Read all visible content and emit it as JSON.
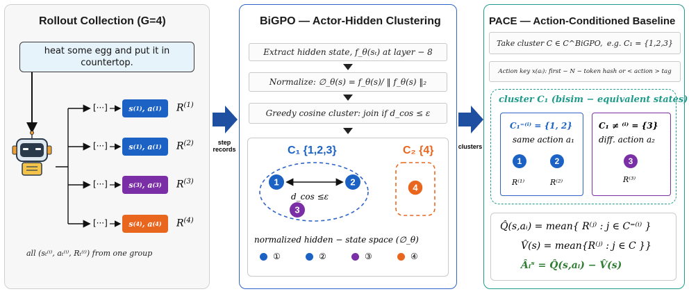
{
  "rollout": {
    "title": "Rollout Collection (G=4)",
    "prompt": "heat some egg and put it in countertop.",
    "ellipsis": "[···]",
    "rows": [
      {
        "s": "s",
        "sup": "(1)",
        "a_sup": "(1)",
        "reward_sup": "(1)",
        "color": "#1b62c4"
      },
      {
        "s": "s",
        "sup": "(1)",
        "a_sup": "(1)",
        "reward_sup": "(2)",
        "color": "#1b62c4"
      },
      {
        "s": "s",
        "sup": "(3)",
        "a_sup": "(3)",
        "reward_sup": "(3)",
        "color": "#7b2fa6"
      },
      {
        "s": "s",
        "sup": "(4)",
        "a_sup": "(4)",
        "reward_sup": "(4)",
        "color": "#e8661e"
      }
    ],
    "reward_letter": "R",
    "footer": "all (sₜ⁽ⁱ⁾, aₜ⁽ⁱ⁾, Rₜ⁽ⁱ⁾) from one group"
  },
  "arrows": {
    "step_records": "step\nrecords",
    "clusters": "clusters"
  },
  "bigpo": {
    "title": "BiGPO — Actor-Hidden Clustering",
    "step1": "Extract hidden state, f_θ(sₜ) at layer − 8",
    "step2": "Normalize: ∅_θ(s) = f_θ(s)/ ‖ f_θ(s) ‖₂",
    "step3": "Greedy cosine cluster: join if d_cos ≤ ε",
    "c1_label": "C₁ {1,2,3}",
    "c2_label": "C₂ {4}",
    "dist_label": "d_cos ≤ε",
    "space_label": "normalized hidden − state space (∅_θ)",
    "nodes": [
      {
        "label": "1",
        "color": "#1b62c4"
      },
      {
        "label": "2",
        "color": "#1b62c4"
      },
      {
        "label": "3",
        "color": "#7b2fa6"
      },
      {
        "label": "4",
        "color": "#e8661e"
      }
    ],
    "legend": [
      {
        "glyph": "①",
        "color": "#1b62c4"
      },
      {
        "glyph": "②",
        "color": "#1b62c4"
      },
      {
        "glyph": "③",
        "color": "#7b2fa6"
      },
      {
        "glyph": "④",
        "color": "#e8661e"
      }
    ]
  },
  "pace": {
    "title": "PACE — Action-Conditioned Baseline",
    "take_cluster": "Take cluster C ∈ C^BiGPO,",
    "example": "e.g. C₁ = {1,2,3}",
    "action_key": "Action key x(aᵢ): first − N − token hash or < action > tag",
    "cluster_label": "cluster C₁ (bisim − equivalent states)",
    "left_set": "C₁⁼⁽ⁱ⁾ = {1, 2}",
    "left_sub": "same action a₁",
    "left_nodes": [
      "1",
      "2"
    ],
    "left_rewards": [
      "R⁽¹⁾",
      "R⁽²⁾"
    ],
    "right_set": "C₁ ≠ ⁽ⁱ⁾ = {3}",
    "right_sub": "diff. action a₂",
    "right_node": "3",
    "right_reward": "R⁽³⁾",
    "eq_q": "Q̂(s,aᵢ) = mean{ R⁽ʲ⁾ : j ∈ C⁼⁽ⁱ⁾ }",
    "eq_v": "V̂(s) = mean{R⁽ʲ⁾ : j ∈ C }}",
    "eq_a": "Âᵢˢ = Q̂(s,aᵢ) − V̂(s)",
    "eq_a_color": "#2e7d32"
  }
}
